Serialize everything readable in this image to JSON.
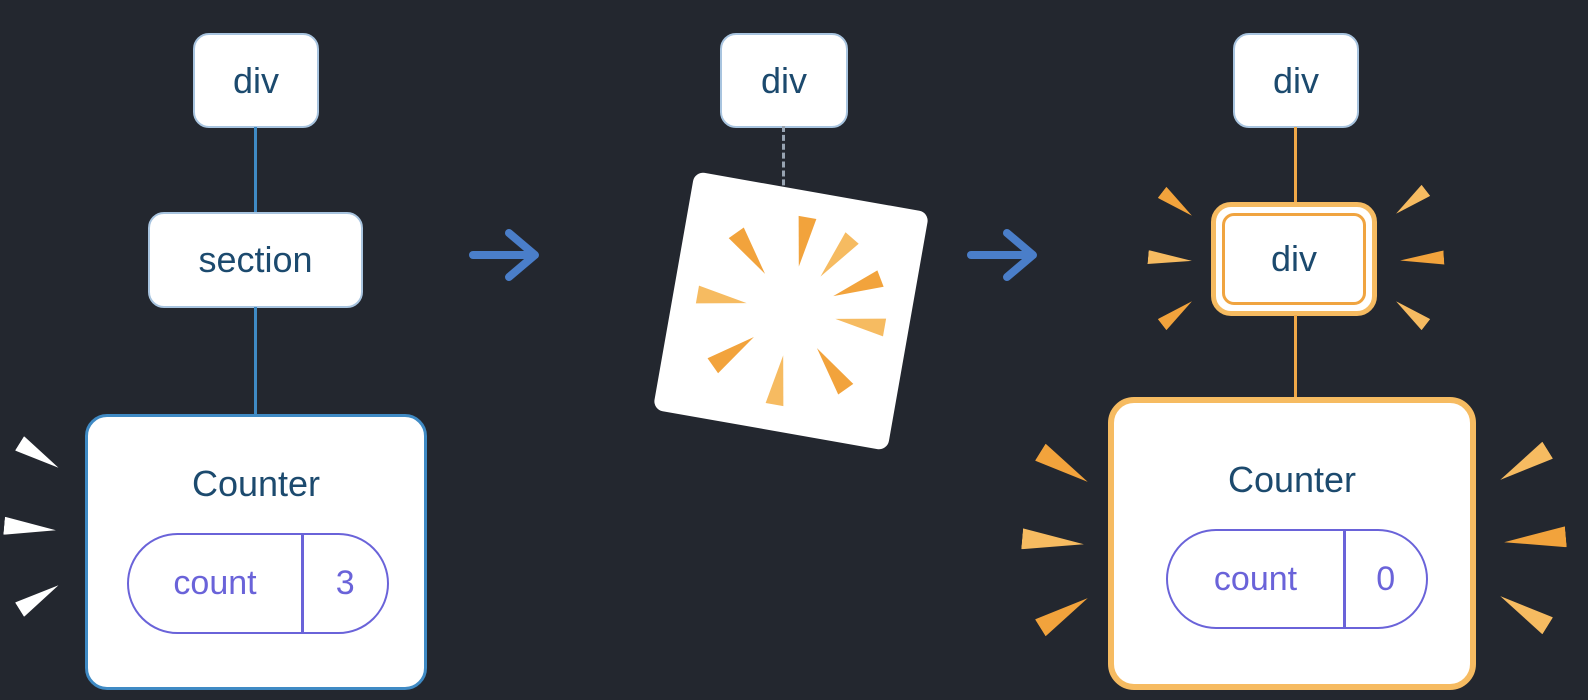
{
  "diagram": {
    "description": "component-state-reset-diagram",
    "background": "#23272f",
    "panels": {
      "before": {
        "name": "original-tree",
        "root": "div",
        "child": "section",
        "component": {
          "title": "Counter",
          "state_key": "count",
          "state_value": "3"
        }
      },
      "removed": {
        "name": "subtree-destroyed",
        "root": "div"
      },
      "after": {
        "name": "remounted-tree",
        "root": "div",
        "child": "div",
        "component": {
          "title": "Counter",
          "state_key": "count",
          "state_value": "0"
        }
      }
    },
    "icons": {
      "arrow": "right-arrow",
      "poof": "destroy-burst",
      "sparks": "highlight-spark-marks"
    },
    "colors": {
      "node_border": "#a8c4df",
      "node_text": "#1c4a6e",
      "connector_blue": "#3f8ac4",
      "connector_orange": "#f0a848",
      "pill": "#6a63d9",
      "arrow": "#4a7ec9",
      "orange": "#f2a33c",
      "orange_light": "#f6bb61",
      "dashed_connector": "#97a3b1"
    }
  }
}
